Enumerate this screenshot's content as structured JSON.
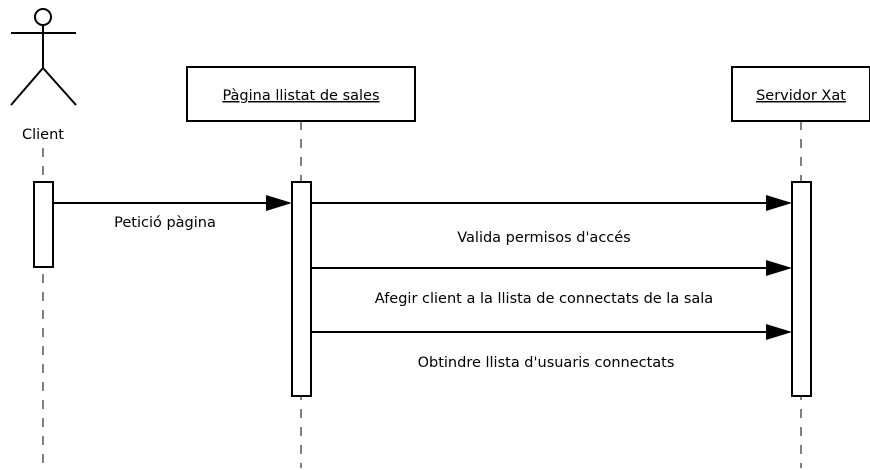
{
  "diagram": {
    "actor": {
      "label": "Client"
    },
    "participants": [
      {
        "label": "Pàgina llistat de sales"
      },
      {
        "label": "Servidor Xat"
      }
    ],
    "messages": [
      {
        "label": "Petició pàgina"
      },
      {
        "label": "Valida permisos d'accés"
      },
      {
        "label": "Afegir client a la llista de connectats de la sala"
      },
      {
        "label": "Obtindre llista d'usuaris connectats"
      }
    ]
  }
}
